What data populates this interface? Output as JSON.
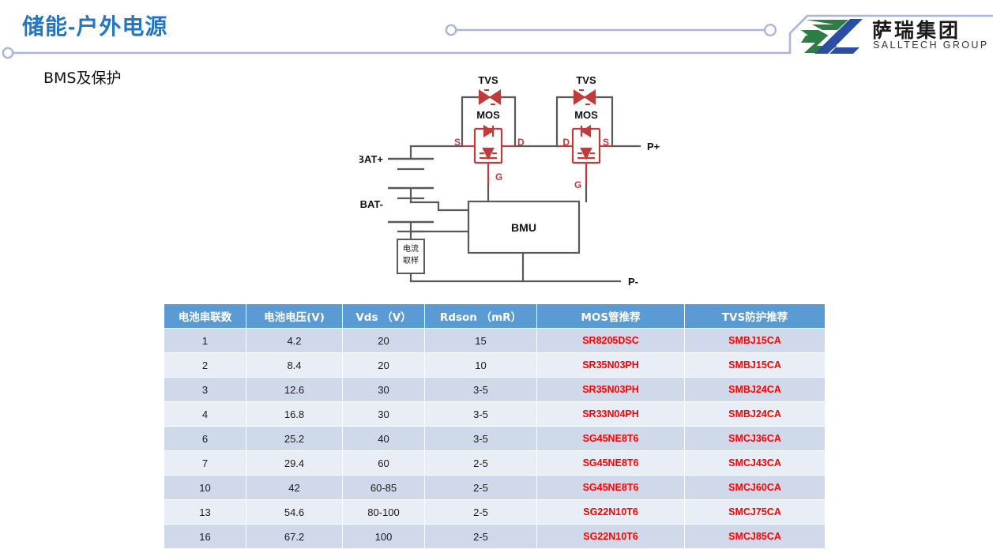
{
  "header": {
    "title": "储能-户外电源",
    "subtitle": "BMS及保护",
    "title_color": "#2176C7",
    "deco_color": "#A8B6D9"
  },
  "logo": {
    "cn_name": "萨瑞集团",
    "en_name": "SALLTECH GROUP",
    "green": "#2E7D46",
    "blue": "#2B4EA2"
  },
  "circuit": {
    "labels": {
      "tvs_left": "TVS",
      "tvs_right": "TVS",
      "mos_left": "MOS",
      "mos_right": "MOS",
      "left_s": "S",
      "left_d": "D",
      "left_g": "G",
      "right_d": "D",
      "right_s": "S",
      "right_g": "G",
      "bat_plus": "BAT+",
      "bat_minus": "BAT-",
      "p_plus": "P+",
      "p_minus": "P-",
      "bmu": "BMU",
      "shunt_line1": "电流",
      "shunt_line2": "取样"
    },
    "wire_color": "#595959",
    "device_color": "#C23B3B"
  },
  "table": {
    "header_bg": "#5B9BD5",
    "part_color": "#FF0000",
    "columns": [
      "电池串联数",
      "电池电压(V)",
      "Vds （V）",
      "Rdson （mR）",
      "MOS管推荐",
      "TVS防护推荐"
    ],
    "rows": [
      [
        "1",
        "4.2",
        "20",
        "15",
        "SR8205DSC",
        "SMBJ15CA"
      ],
      [
        "2",
        "8.4",
        "20",
        "10",
        "SR35N03PH",
        "SMBJ15CA"
      ],
      [
        "3",
        "12.6",
        "30",
        "3-5",
        "SR35N03PH",
        "SMBJ24CA"
      ],
      [
        "4",
        "16.8",
        "30",
        "3-5",
        "SR33N04PH",
        "SMBJ24CA"
      ],
      [
        "6",
        "25.2",
        "40",
        "3-5",
        "SG45NE8T6",
        "SMCJ36CA"
      ],
      [
        "7",
        "29.4",
        "60",
        "2-5",
        "SG45NE8T6",
        "SMCJ43CA"
      ],
      [
        "10",
        "42",
        "60-85",
        "2-5",
        "SG45NE8T6",
        "SMCJ60CA"
      ],
      [
        "13",
        "54.6",
        "80-100",
        "2-5",
        "SG22N10T6",
        "SMCJ75CA"
      ],
      [
        "16",
        "67.2",
        "100",
        "2-5",
        "SG22N10T6",
        "SMCJ85CA"
      ]
    ]
  }
}
